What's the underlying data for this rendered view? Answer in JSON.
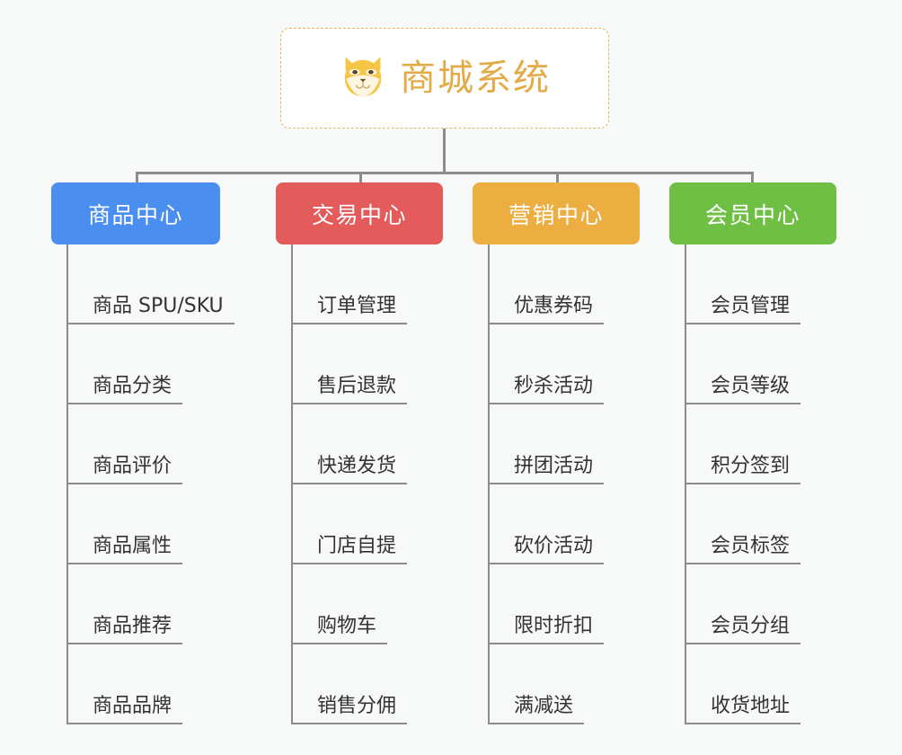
{
  "diagram": {
    "title": "商城系统",
    "root_icon": "shiba-dog-face-icon",
    "background_color": "#f7f8f8",
    "root_border_color": "#e9b55c",
    "root_title_color": "#e3ab47",
    "connector_color": "#8c8c8c",
    "branches": [
      {
        "label": "商品中心",
        "color": "#4a8ef0",
        "items": [
          "商品 SPU/SKU",
          "商品分类",
          "商品评价",
          "商品属性",
          "商品推荐",
          "商品品牌"
        ]
      },
      {
        "label": "交易中心",
        "color": "#e35b5b",
        "items": [
          "订单管理",
          "售后退款",
          "快递发货",
          "门店自提",
          "购物车",
          "销售分佣"
        ]
      },
      {
        "label": "营销中心",
        "color": "#edae41",
        "items": [
          "优惠券码",
          "秒杀活动",
          "拼团活动",
          "砍价活动",
          "限时折扣",
          "满减送"
        ]
      },
      {
        "label": "会员中心",
        "color": "#6fbf44",
        "items": [
          "会员管理",
          "会员等级",
          "积分签到",
          "会员标签",
          "会员分组",
          "收货地址"
        ]
      }
    ]
  }
}
